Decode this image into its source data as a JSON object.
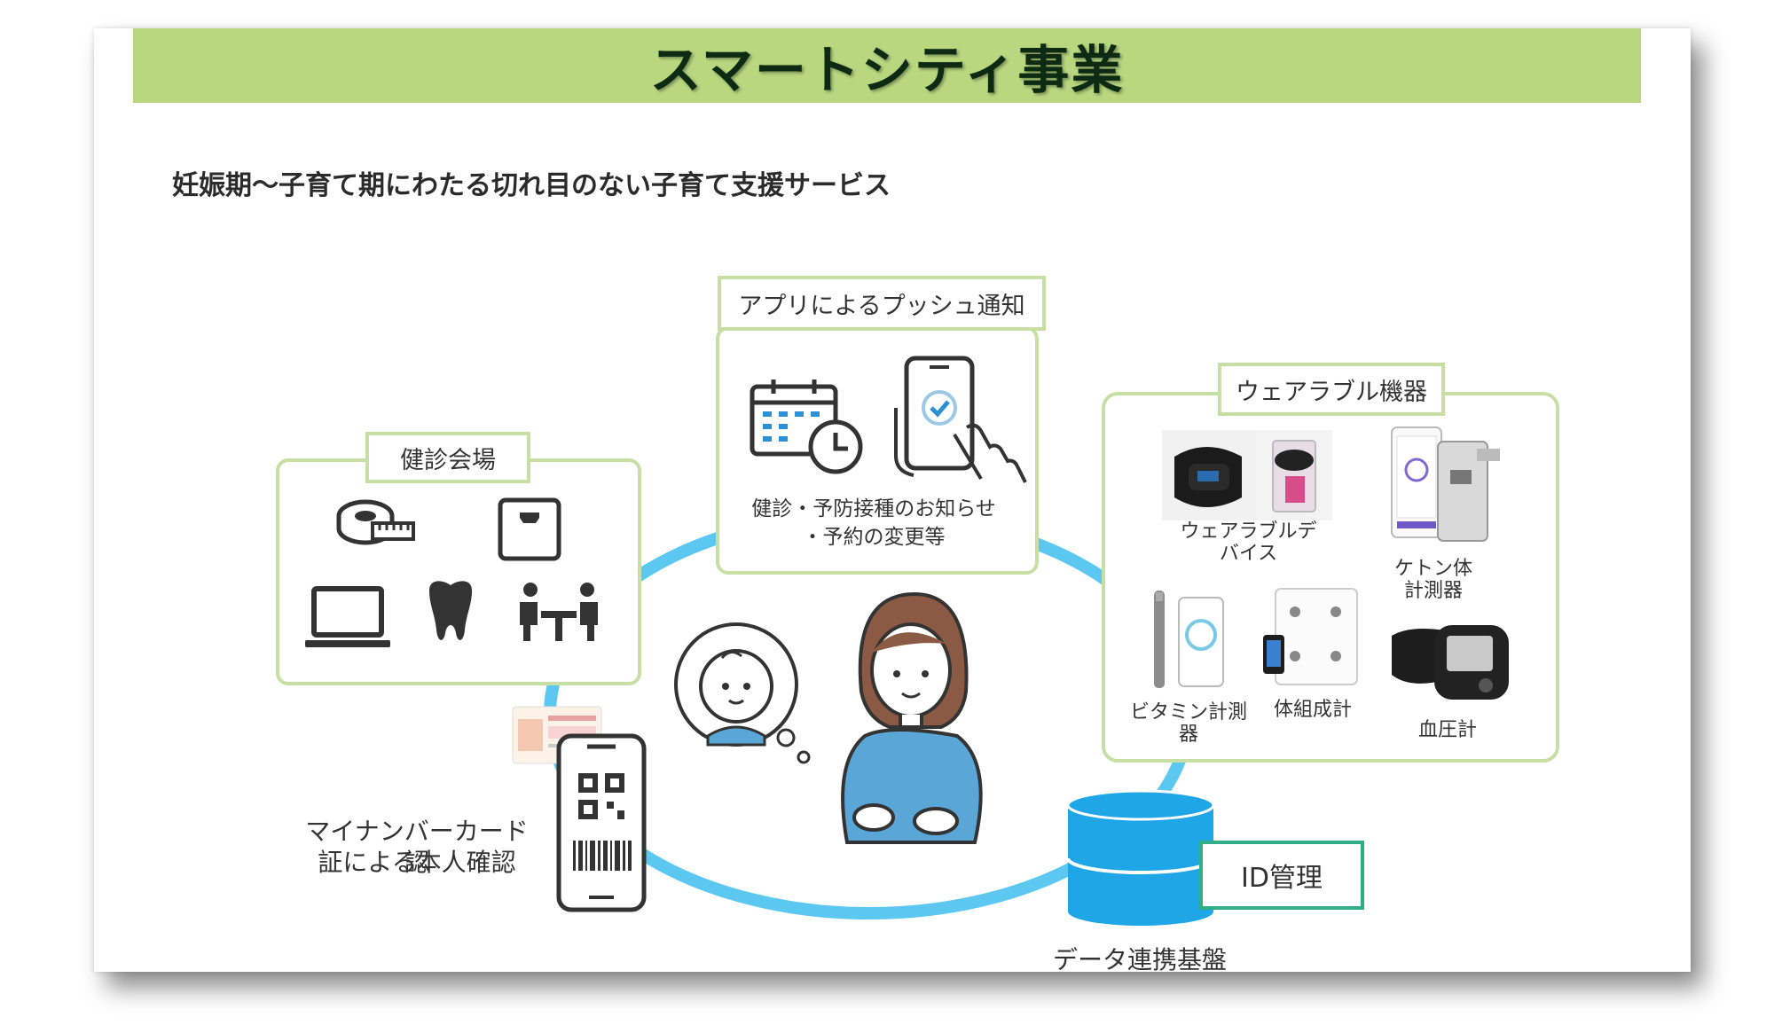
{
  "title": "スマートシティ事業",
  "subtitle": "妊娠期～子育て期にわたる切れ目のない子育て支援サービス",
  "push": {
    "tag": "アプリによるプッシュ通知",
    "line1": "健診・予防接種のお知らせ",
    "line2": "・予約の変更等"
  },
  "checkup": {
    "tag": "健診会場"
  },
  "wearable": {
    "tag": "ウェアラブル機器",
    "devices": {
      "wearable_device": "ウェアラブルデバイス",
      "ketone": "ケトン体計測器",
      "vitamin": "ビタミン計測器",
      "body_comp": "体組成計",
      "blood_pressure": "血圧計"
    }
  },
  "mynumber": {
    "line1": "マイナンバーカード認",
    "line2": "証による本人確認"
  },
  "id_mgmt": "ID管理",
  "data_platform": "データ連携基盤",
  "colors": {
    "banner": "#b8d77f",
    "box_border": "#c7dea4",
    "ring": "#5cc8f2",
    "id_border": "#2fae88",
    "db": "#1ea6e6",
    "shirt": "#5aa6d6"
  }
}
